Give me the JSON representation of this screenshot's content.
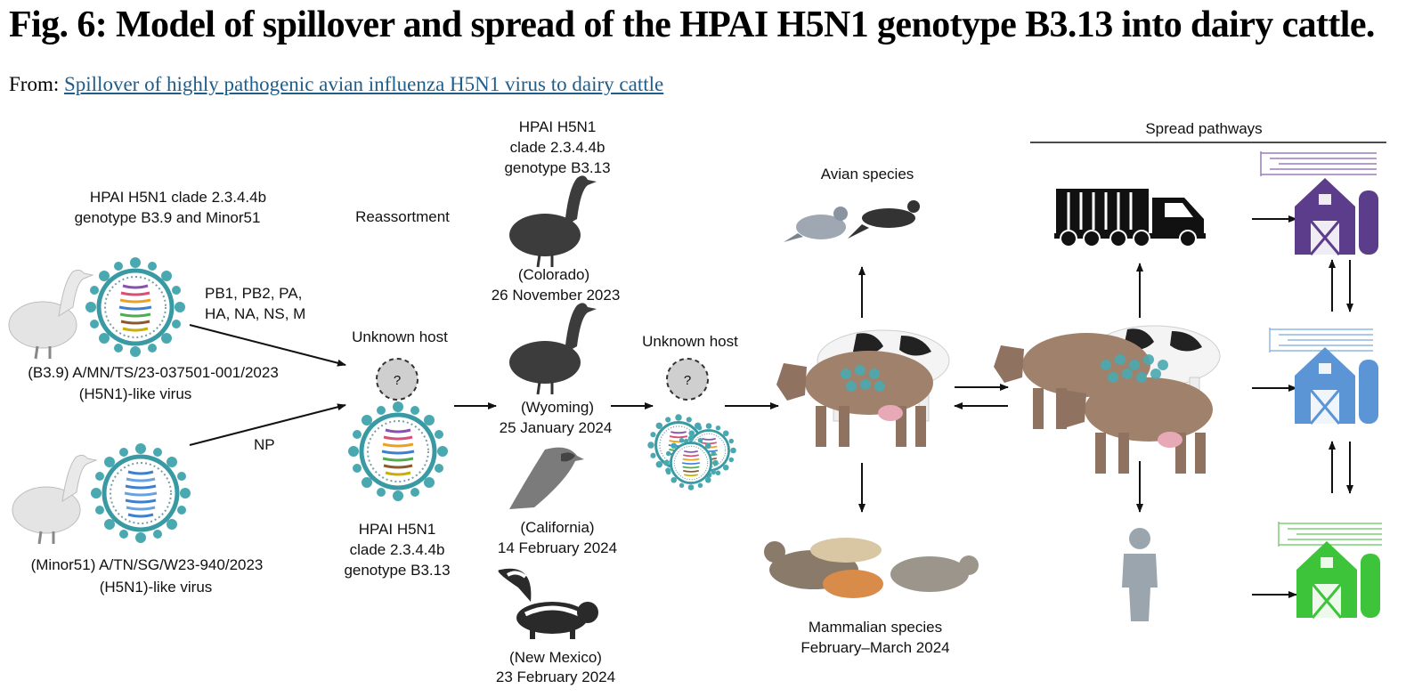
{
  "figure": {
    "title": "Fig. 6: Model of spillover and spread of the HPAI H5N1 genotype B3.13 into dairy cattle.",
    "from_prefix": "From:",
    "from_link": "Spillover of highly pathogenic avian influenza H5N1 virus to dairy cattle"
  },
  "parents": {
    "header": [
      "HPAI H5N1 clade 2.3.4.4b",
      "genotype B3.9 and Minor51"
    ],
    "b39": [
      "(B3.9)  A/MN/TS/23-037501-001/2023",
      "(H5N1)-like virus"
    ],
    "minor51": [
      "(Minor51)  A/TN/SG/W23-940/2023",
      "(H5N1)-like virus"
    ],
    "segments_top": [
      "PB1, PB2, PA,",
      "HA, NA, NS, M"
    ],
    "segments_bottom": "NP"
  },
  "reassortment": {
    "label": "Reassortment",
    "unknown_host": "Unknown host",
    "unknown_symbol": "?",
    "result": [
      "HPAI H5N1",
      "clade 2.3.4.4b",
      "genotype B3.13"
    ]
  },
  "detections": {
    "header": [
      "HPAI H5N1",
      "clade 2.3.4.4b",
      "genotype B3.13"
    ],
    "items": [
      {
        "place": "(Colorado)",
        "date": "26 November 2023"
      },
      {
        "place": "(Wyoming)",
        "date": "25 January 2024"
      },
      {
        "place": "(California)",
        "date": "14 February 2024"
      },
      {
        "place": "(New Mexico)",
        "date": "23 February 2024"
      }
    ]
  },
  "second_host": {
    "label": "Unknown host",
    "symbol": "?"
  },
  "species": {
    "avian": "Avian species",
    "mammalian": [
      "Mammalian species",
      "February–March 2024"
    ]
  },
  "spread": {
    "header": "Spread pathways"
  },
  "colors": {
    "barn_purple": "#5b3d8c",
    "barn_blue": "#5b95d5",
    "barn_green": "#3ec43a",
    "virus_teal": "#3a9aa3",
    "cow_brown": "#9b7b66",
    "bird_dark": "#3a3a3a",
    "human_gray": "#9aa5ae"
  }
}
